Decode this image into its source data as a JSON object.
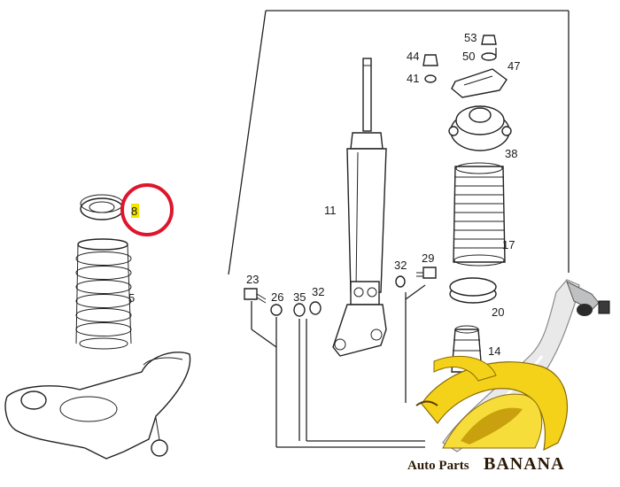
{
  "labels": {
    "p53": "53",
    "p50": "50",
    "p44": "44",
    "p47": "47",
    "p41": "41",
    "p38": "38",
    "p11": "11",
    "p17": "17",
    "p8": "8",
    "p5": "5",
    "p23": "23",
    "p26": "26",
    "p35": "35",
    "p32a": "32",
    "p32b": "32",
    "p29": "29",
    "p20": "20",
    "p14": "14"
  },
  "highlight": {
    "label": "8",
    "color": "#e0142b",
    "marker_color": "#f5e400"
  },
  "logo": {
    "text_small": "Auto Parts",
    "text_big": "BANANA",
    "banana_color": "#f4d21a",
    "banana_shadow": "#c9a10f"
  }
}
